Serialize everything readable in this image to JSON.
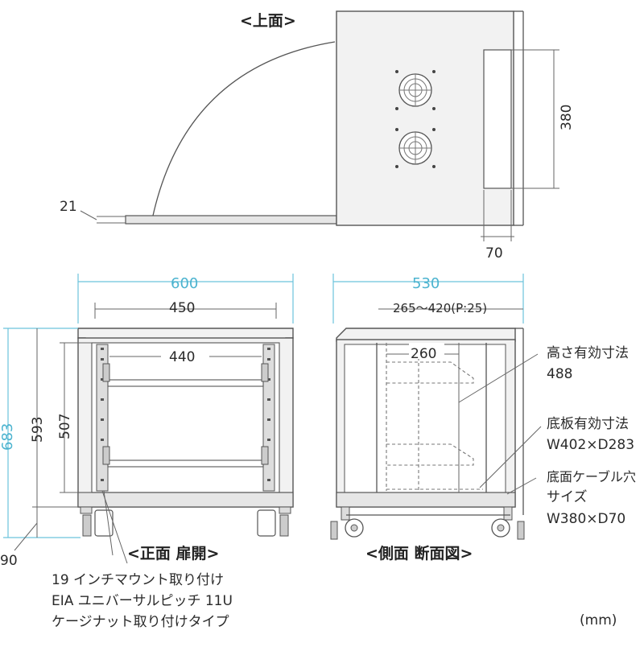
{
  "views": {
    "top_title": "<上面>",
    "front_title": "<正面 扉開>",
    "side_title": "<側面 断面図>"
  },
  "dimensions": {
    "top_depth": "380",
    "top_hole_width": "70",
    "top_door_thickness": "21",
    "front_width_outer": "600",
    "front_width_top": "450",
    "front_width_inner": "440",
    "front_height_total": "683",
    "front_height_body": "593",
    "front_height_rack": "507",
    "front_caster": "90",
    "side_depth_outer": "530",
    "side_rail_range": "265～420(P:25)",
    "side_shelf_depth": "260"
  },
  "annotations": {
    "effective_height_label": "高さ有効寸法",
    "effective_height_value": "488",
    "floor_effective_label": "底板有効寸法",
    "floor_effective_value": "W402×D283",
    "cable_hole_label1": "底面ケーブル穴",
    "cable_hole_label2": "サイズ",
    "cable_hole_value": "W380×D70",
    "rack_note_1": "19 インチマウント取り付け",
    "rack_note_2": "EIA ユニバーサルピッチ 11U",
    "rack_note_3": "ケージナット取り付けタイプ"
  },
  "unit": "(mm)",
  "colors": {
    "dimension_cyan": "#4bb3cf",
    "line": "#555555"
  }
}
